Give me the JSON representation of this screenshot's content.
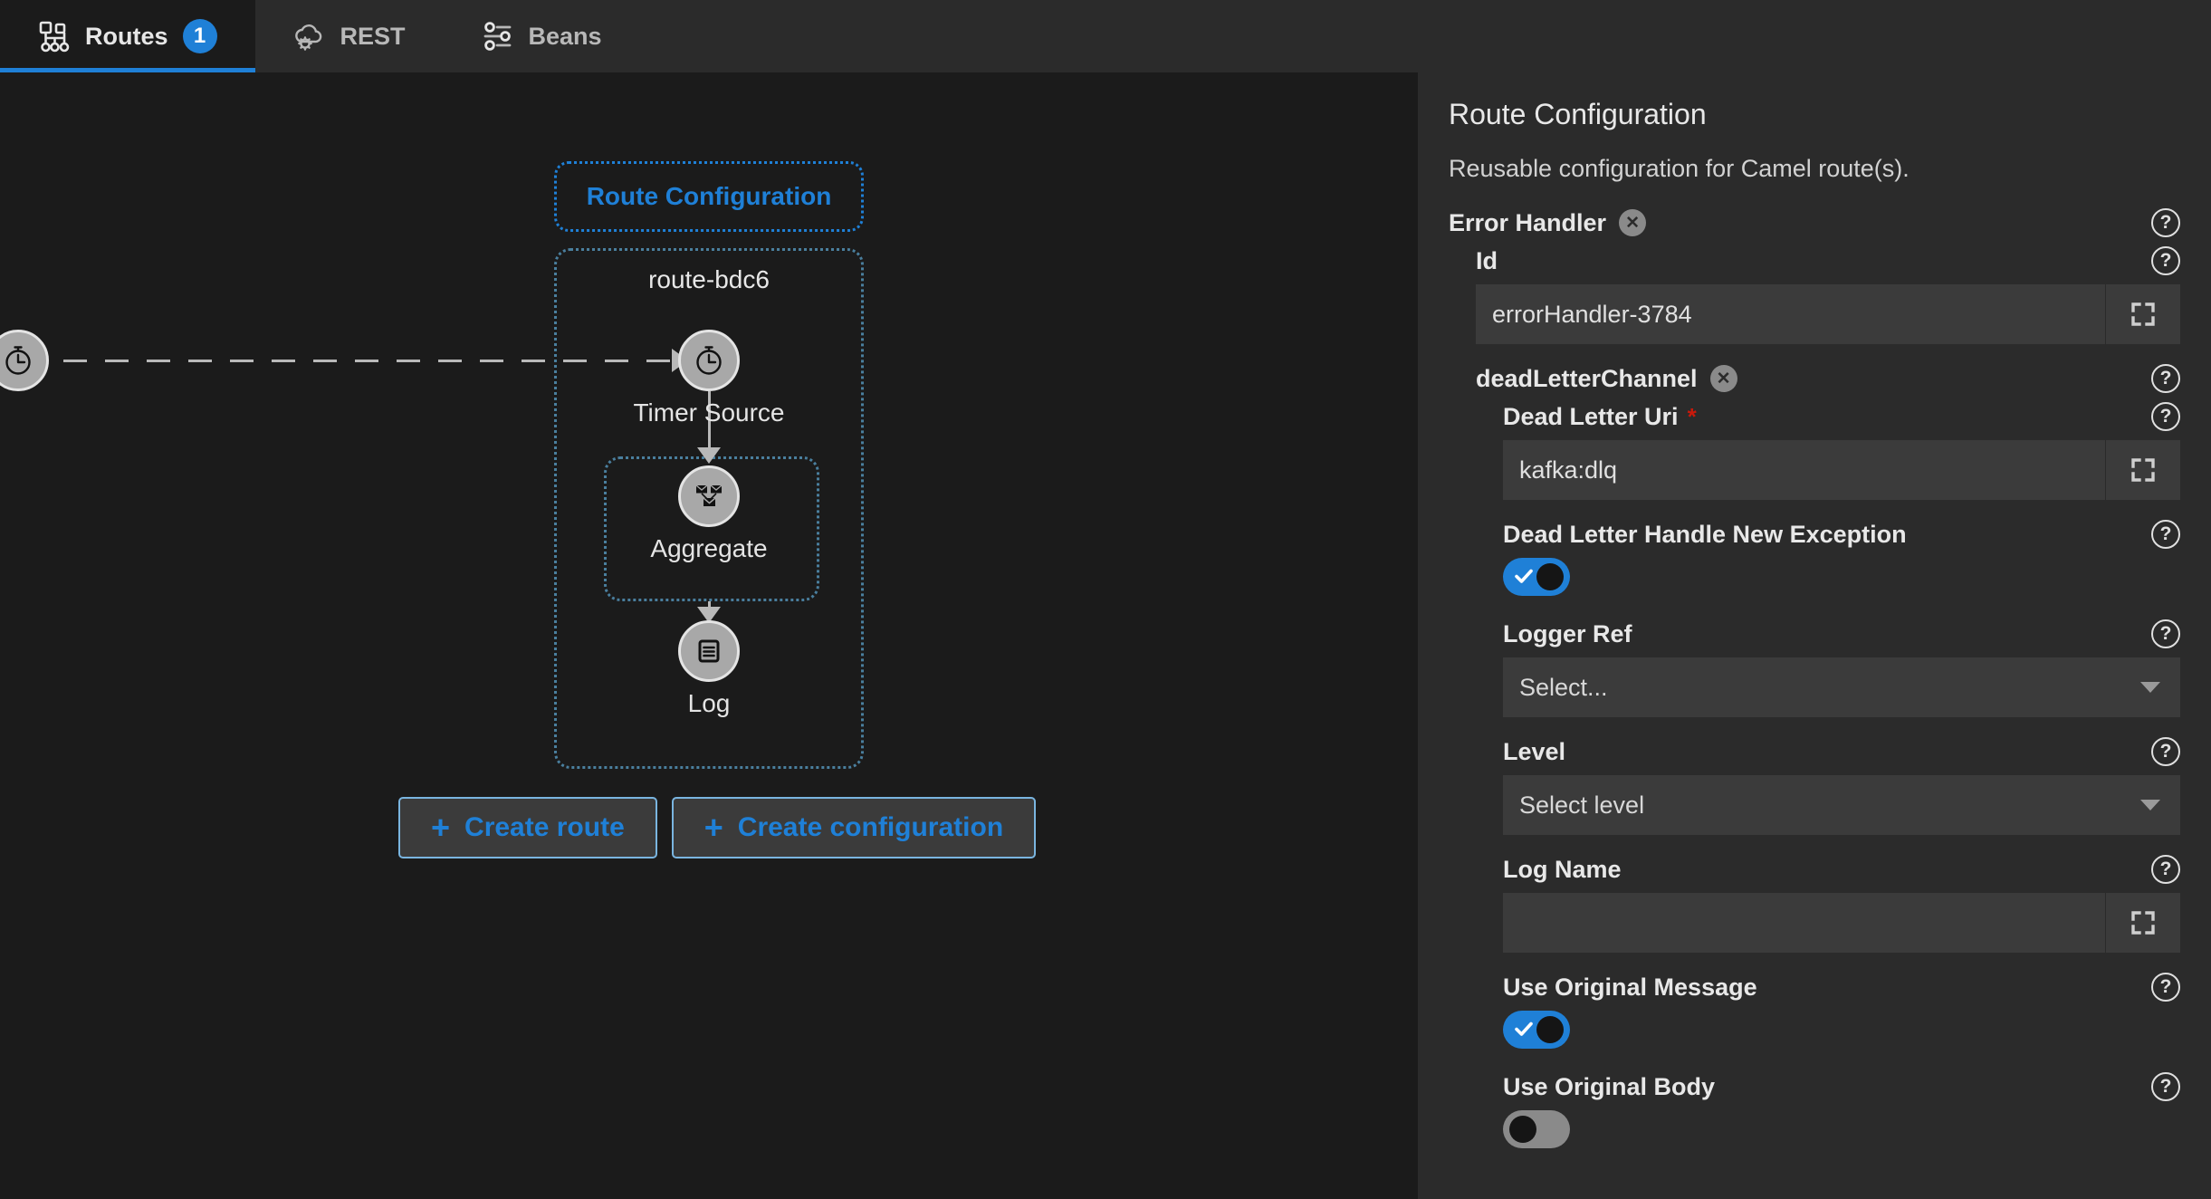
{
  "tabs": [
    {
      "id": "routes",
      "label": "Routes",
      "icon": "topology-icon",
      "badge": "1",
      "active": true
    },
    {
      "id": "rest",
      "label": "REST",
      "icon": "cloud-gear-icon",
      "badge": null,
      "active": false
    },
    {
      "id": "beans",
      "label": "Beans",
      "icon": "sliders-icon",
      "badge": null,
      "active": false
    }
  ],
  "canvas": {
    "config_chip_label": "Route Configuration",
    "route_title": "route-bdc6",
    "nodes": [
      {
        "id": "external",
        "label": "",
        "icon": "timer-clock-icon"
      },
      {
        "id": "timer",
        "label": "Timer Source",
        "icon": "timer-clock-icon"
      },
      {
        "id": "aggregate",
        "label": "Aggregate",
        "icon": "aggregate-envelopes-icon"
      },
      {
        "id": "log",
        "label": "Log",
        "icon": "log-document-icon"
      }
    ],
    "buttons": [
      {
        "id": "create-route",
        "label": "Create route",
        "plus": "+"
      },
      {
        "id": "create-configuration",
        "label": "Create configuration",
        "plus": "+"
      }
    ]
  },
  "panel": {
    "title": "Route Configuration",
    "subtitle": "Reusable configuration for Camel route(s).",
    "error_handler": {
      "label": "Error Handler",
      "remove_glyph": "✕",
      "help_glyph": "?",
      "id_field": {
        "label": "Id",
        "value": "errorHandler-3784",
        "placeholder": ""
      },
      "dead_letter_channel": {
        "label": "deadLetterChannel",
        "dead_letter_uri": {
          "label": "Dead Letter Uri",
          "value": "kafka:dlq",
          "required_marker": "*"
        },
        "dead_letter_handle_new_exception": {
          "label": "Dead Letter Handle New Exception",
          "state": "on"
        },
        "logger_ref": {
          "label": "Logger Ref",
          "value": "Select..."
        },
        "level": {
          "label": "Level",
          "value": "Select level"
        },
        "log_name": {
          "label": "Log Name",
          "value": "",
          "placeholder": ""
        },
        "use_original_message": {
          "label": "Use Original Message",
          "state": "on"
        },
        "use_original_body": {
          "label": "Use Original Body",
          "state": "off"
        }
      }
    }
  },
  "colors": {
    "accent_blue": "#1f80d7",
    "canvas_bg": "#1b1b1b",
    "panel_bg": "#2b2b2b",
    "input_bg": "#3b3b3b",
    "required_red": "#c9190b",
    "node_fill": "#a8a8a8"
  }
}
